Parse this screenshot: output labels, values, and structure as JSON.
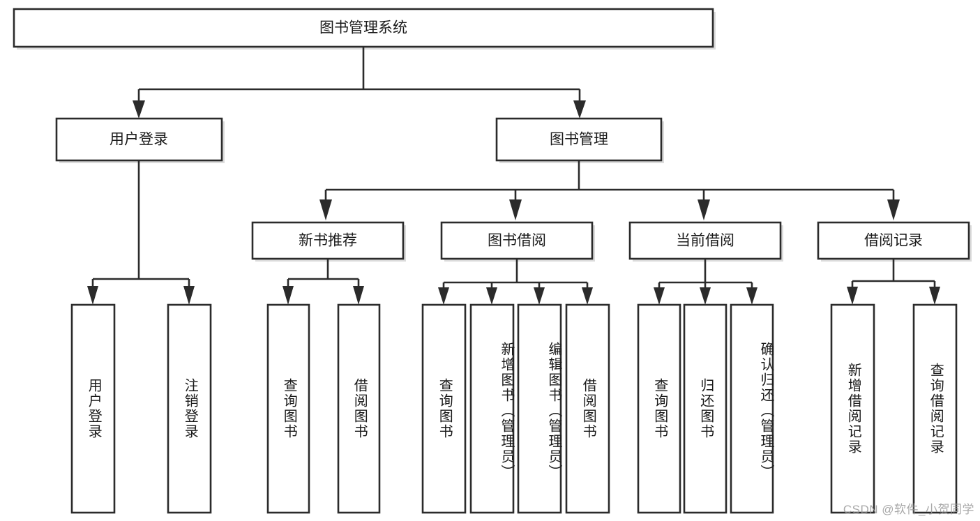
{
  "diagram": {
    "title": "图书管理系统",
    "type": "hierarchy-tree",
    "watermark": "CSDN @软件_小贺同学",
    "colors": {
      "box_fill": "#ffffff",
      "box_stroke": "#2b2b2b",
      "text": "#1a1a1a",
      "watermark": "#9a9a9a",
      "background": "#ffffff"
    },
    "levels": {
      "level1": [
        {
          "id": "root",
          "label": "图书管理系统",
          "orientation": "horizontal"
        }
      ],
      "level2": [
        {
          "id": "user-login",
          "label": "用户登录",
          "orientation": "horizontal",
          "parent": "root"
        },
        {
          "id": "book-manage",
          "label": "图书管理",
          "orientation": "horizontal",
          "parent": "root"
        }
      ],
      "level3": [
        {
          "id": "new-book-rec",
          "label": "新书推荐",
          "orientation": "horizontal",
          "parent": "book-manage"
        },
        {
          "id": "book-borrow",
          "label": "图书借阅",
          "orientation": "horizontal",
          "parent": "book-manage"
        },
        {
          "id": "current-borrow",
          "label": "当前借阅",
          "orientation": "horizontal",
          "parent": "book-manage"
        },
        {
          "id": "borrow-record",
          "label": "借阅记录",
          "orientation": "horizontal",
          "parent": "book-manage"
        }
      ],
      "level4": [
        {
          "id": "leaf-user-login",
          "label": "用户登录",
          "orientation": "vertical",
          "parent": "user-login"
        },
        {
          "id": "leaf-logout",
          "label": "注销登录",
          "orientation": "vertical",
          "parent": "user-login"
        },
        {
          "id": "leaf-query-book-1",
          "label": "查询图书",
          "orientation": "vertical",
          "parent": "new-book-rec"
        },
        {
          "id": "leaf-borrow-book-1",
          "label": "借阅图书",
          "orientation": "vertical",
          "parent": "new-book-rec"
        },
        {
          "id": "leaf-query-book-2",
          "label": "查询图书",
          "orientation": "vertical",
          "parent": "book-borrow"
        },
        {
          "id": "leaf-add-book",
          "label": "新增图书（管理员）",
          "orientation": "vertical",
          "parent": "book-borrow"
        },
        {
          "id": "leaf-edit-book",
          "label": "编辑图书（管理员）",
          "orientation": "vertical",
          "parent": "book-borrow"
        },
        {
          "id": "leaf-borrow-book-2",
          "label": "借阅图书",
          "orientation": "vertical",
          "parent": "book-borrow"
        },
        {
          "id": "leaf-query-book-3",
          "label": "查询图书",
          "orientation": "vertical",
          "parent": "current-borrow"
        },
        {
          "id": "leaf-return-book",
          "label": "归还图书",
          "orientation": "vertical",
          "parent": "current-borrow"
        },
        {
          "id": "leaf-confirm-return",
          "label": "确认归还（管理员）",
          "orientation": "vertical",
          "parent": "current-borrow"
        },
        {
          "id": "leaf-add-record",
          "label": "新增借阅记录",
          "orientation": "vertical",
          "parent": "borrow-record"
        },
        {
          "id": "leaf-query-record",
          "label": "查询借阅记录",
          "orientation": "vertical",
          "parent": "borrow-record"
        }
      ]
    }
  }
}
